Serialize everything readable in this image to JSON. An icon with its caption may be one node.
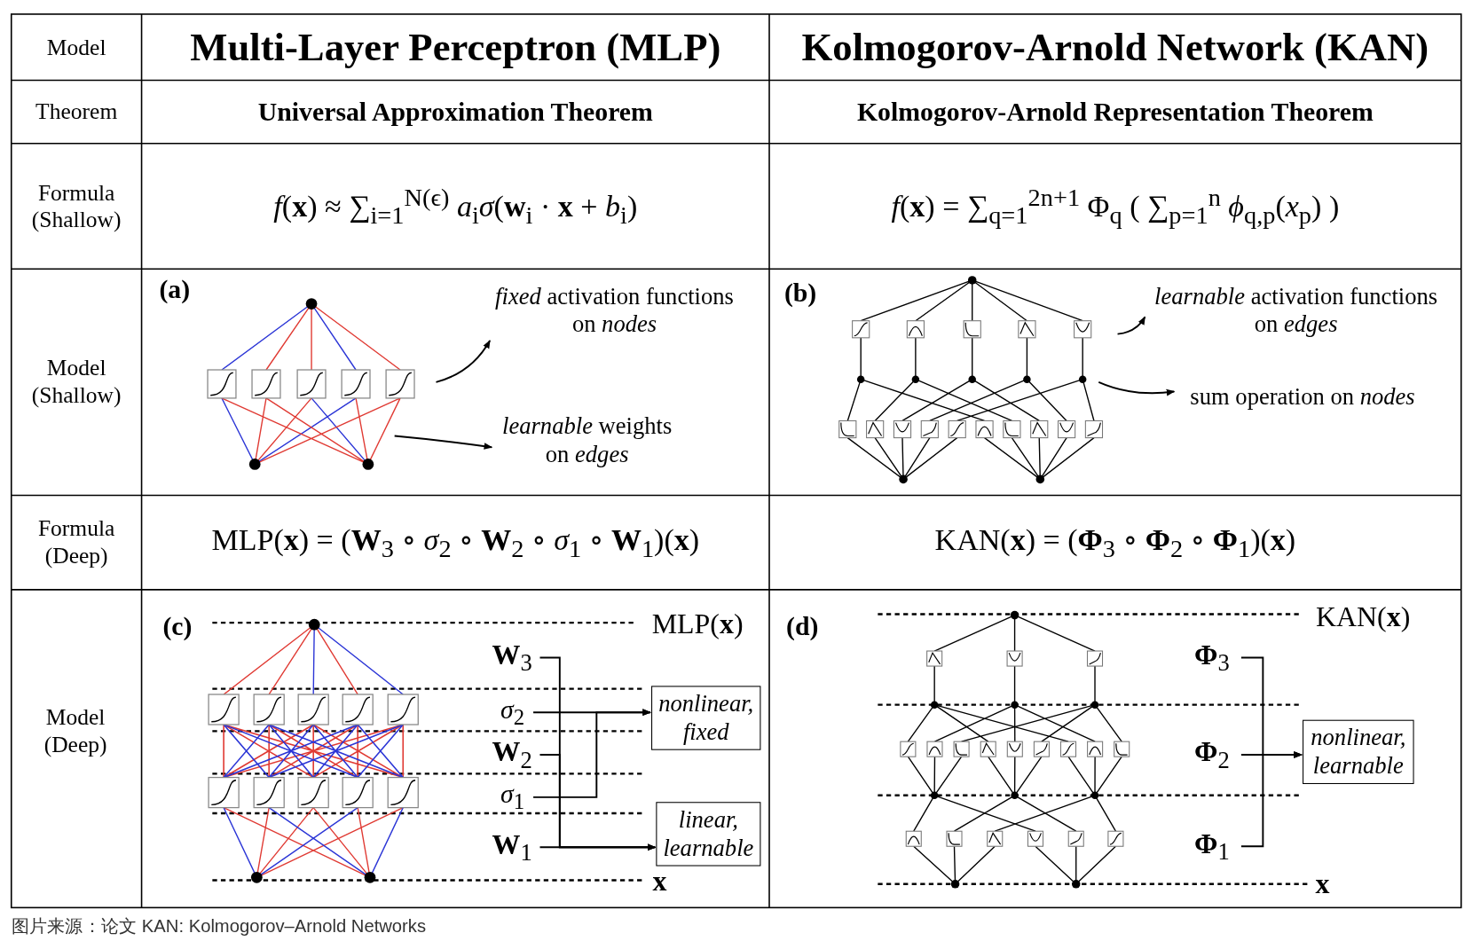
{
  "diagram": {
    "caption": "图片来源：论文 KAN: Kolmogorov–Arnold Networks",
    "nodes": [
      {
        "text": [
          "*fixed* activation functions on *nodes*"
        ]
      },
      {
        "text": [
          "*learnable* weights on *edges*"
        ]
      },
      {
        "text": [
          "*learnable* activation functions on *edges*"
        ]
      },
      {
        "text": [
          "sum operation on *nodes*"
        ]
      },
      {
        "text": [
          "**W**$_{3}$"
        ]
      },
      {
        "text": [
          "*σ*$_{2}$"
        ]
      },
      {
        "text": [
          "**W**$_{2}$"
        ]
      },
      {
        "text": [
          "*σ*$_{1}$"
        ]
      },
      {
        "text": [
          "**W**$_{1}$"
        ]
      },
      {
        "text": [
          "nonlinear, fixed"
        ]
      },
      {
        "text": [
          "linear, learnable"
        ]
      },
      {
        "text": [
          "**Φ**$_{3}$"
        ]
      },
      {
        "text": [
          "**Φ**$_{2}$"
        ]
      },
      {
        "text": [
          "**Φ**$_{1}$"
        ]
      },
      {
        "text": [
          "nonlinear, learnable"
        ]
      }
    ],
    "edges": [
      {
        "from": null,
        "to": 0,
        "arrow": "to"
      },
      {
        "from": null,
        "to": 1,
        "arrow": "to"
      },
      {
        "from": null,
        "to": 2,
        "arrow": "to"
      },
      {
        "from": null,
        "to": 3,
        "arrow": "to"
      },
      {
        "from": 5,
        "to": 9,
        "arrow": "to"
      },
      {
        "from": 7,
        "to": 9,
        "arrow": "to"
      },
      {
        "from": 4,
        "to": 10,
        "arrow": "to"
      },
      {
        "from": 6,
        "to": 10,
        "arrow": "to"
      },
      {
        "from": 8,
        "to": 10,
        "arrow": "to"
      },
      {
        "from": 11,
        "to": 14,
        "arrow": "to"
      },
      {
        "from": 12,
        "to": 14,
        "arrow": "to"
      },
      {
        "from": 13,
        "to": 14,
        "arrow": "to"
      }
    ],
    "labels": [
      "Model",
      "Multi-Layer Perceptron (MLP)",
      "Kolmogorov-Arnold Network (KAN)",
      "Theorem",
      "Universal Approximation Theorem",
      "Kolmogorov-Arnold Representation Theorem",
      "Formula (Shallow)",
      "*f*(**x**) ≈ ∑$_{i=1}$$^{N(ϵ)}$ *a*$_{i}$*σ*(**w**$_{i}$ · **x** + *b*$_{i}$)",
      "*f*(**x**) = ∑$_{q=1}$$^{2n+1}$ Φ$_{q}$ ( ∑$_{p=1}$$^{n}$ *ϕ*$_{q,p}$(*x*$_{p}$) )",
      "Model (Shallow)",
      "(a)",
      "(b)",
      "Formula (Deep)",
      "MLP(**x**) = (**W**$_{3}$ ∘ *σ*$_{2}$ ∘ **W**$_{2}$ ∘ *σ*$_{1}$ ∘ **W**$_{1}$)(**x**)",
      "KAN(**x**) = (**Φ**$_{3}$ ∘ **Φ**$_{2}$ ∘ **Φ**$_{1}$)(**x**)",
      "Model (Deep)",
      "(c)",
      "MLP(**x**)",
      "x",
      "(d)",
      "KAN(**x**)",
      "x"
    ]
  }
}
